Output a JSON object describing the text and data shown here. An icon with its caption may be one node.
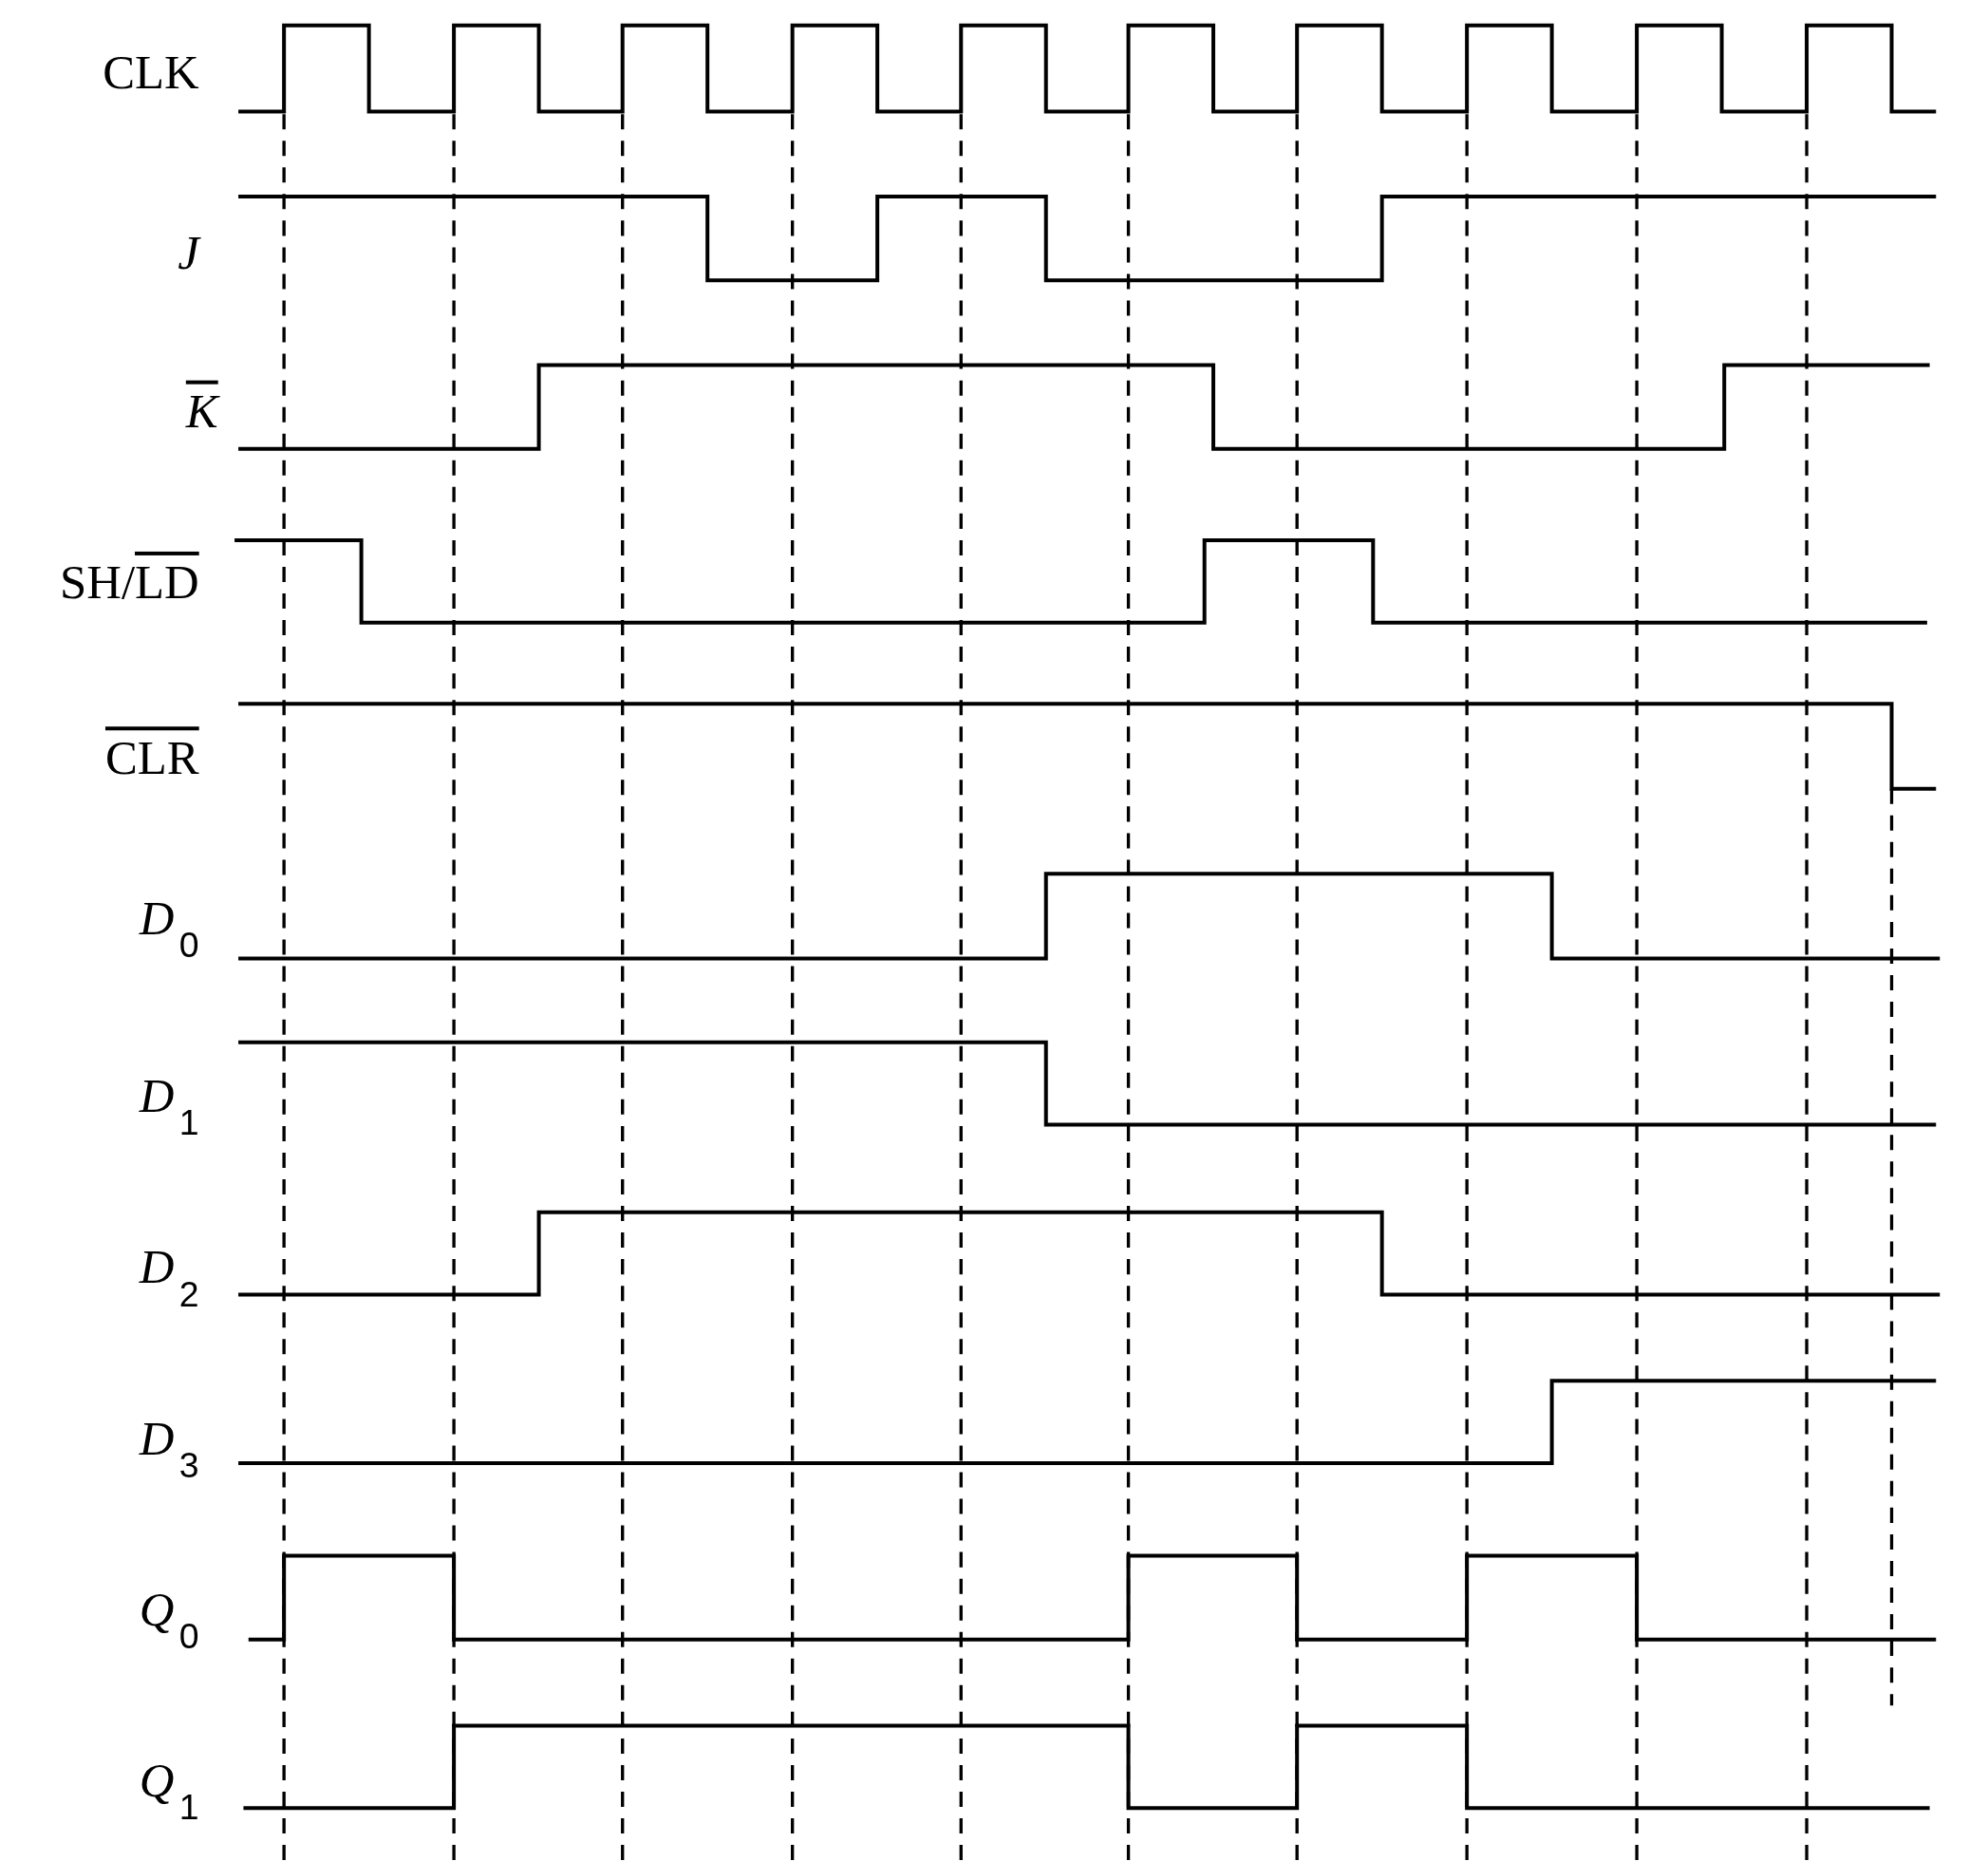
{
  "diagram": {
    "labels": [
      "CLK",
      "J",
      "K",
      "SH/LD",
      "CLR",
      "D$_{0}$",
      "D$_{1}$",
      "D$_{2}$",
      "D$_{3}$",
      "Q$_{0}$",
      "Q$_{1}$"
    ]
  }
}
